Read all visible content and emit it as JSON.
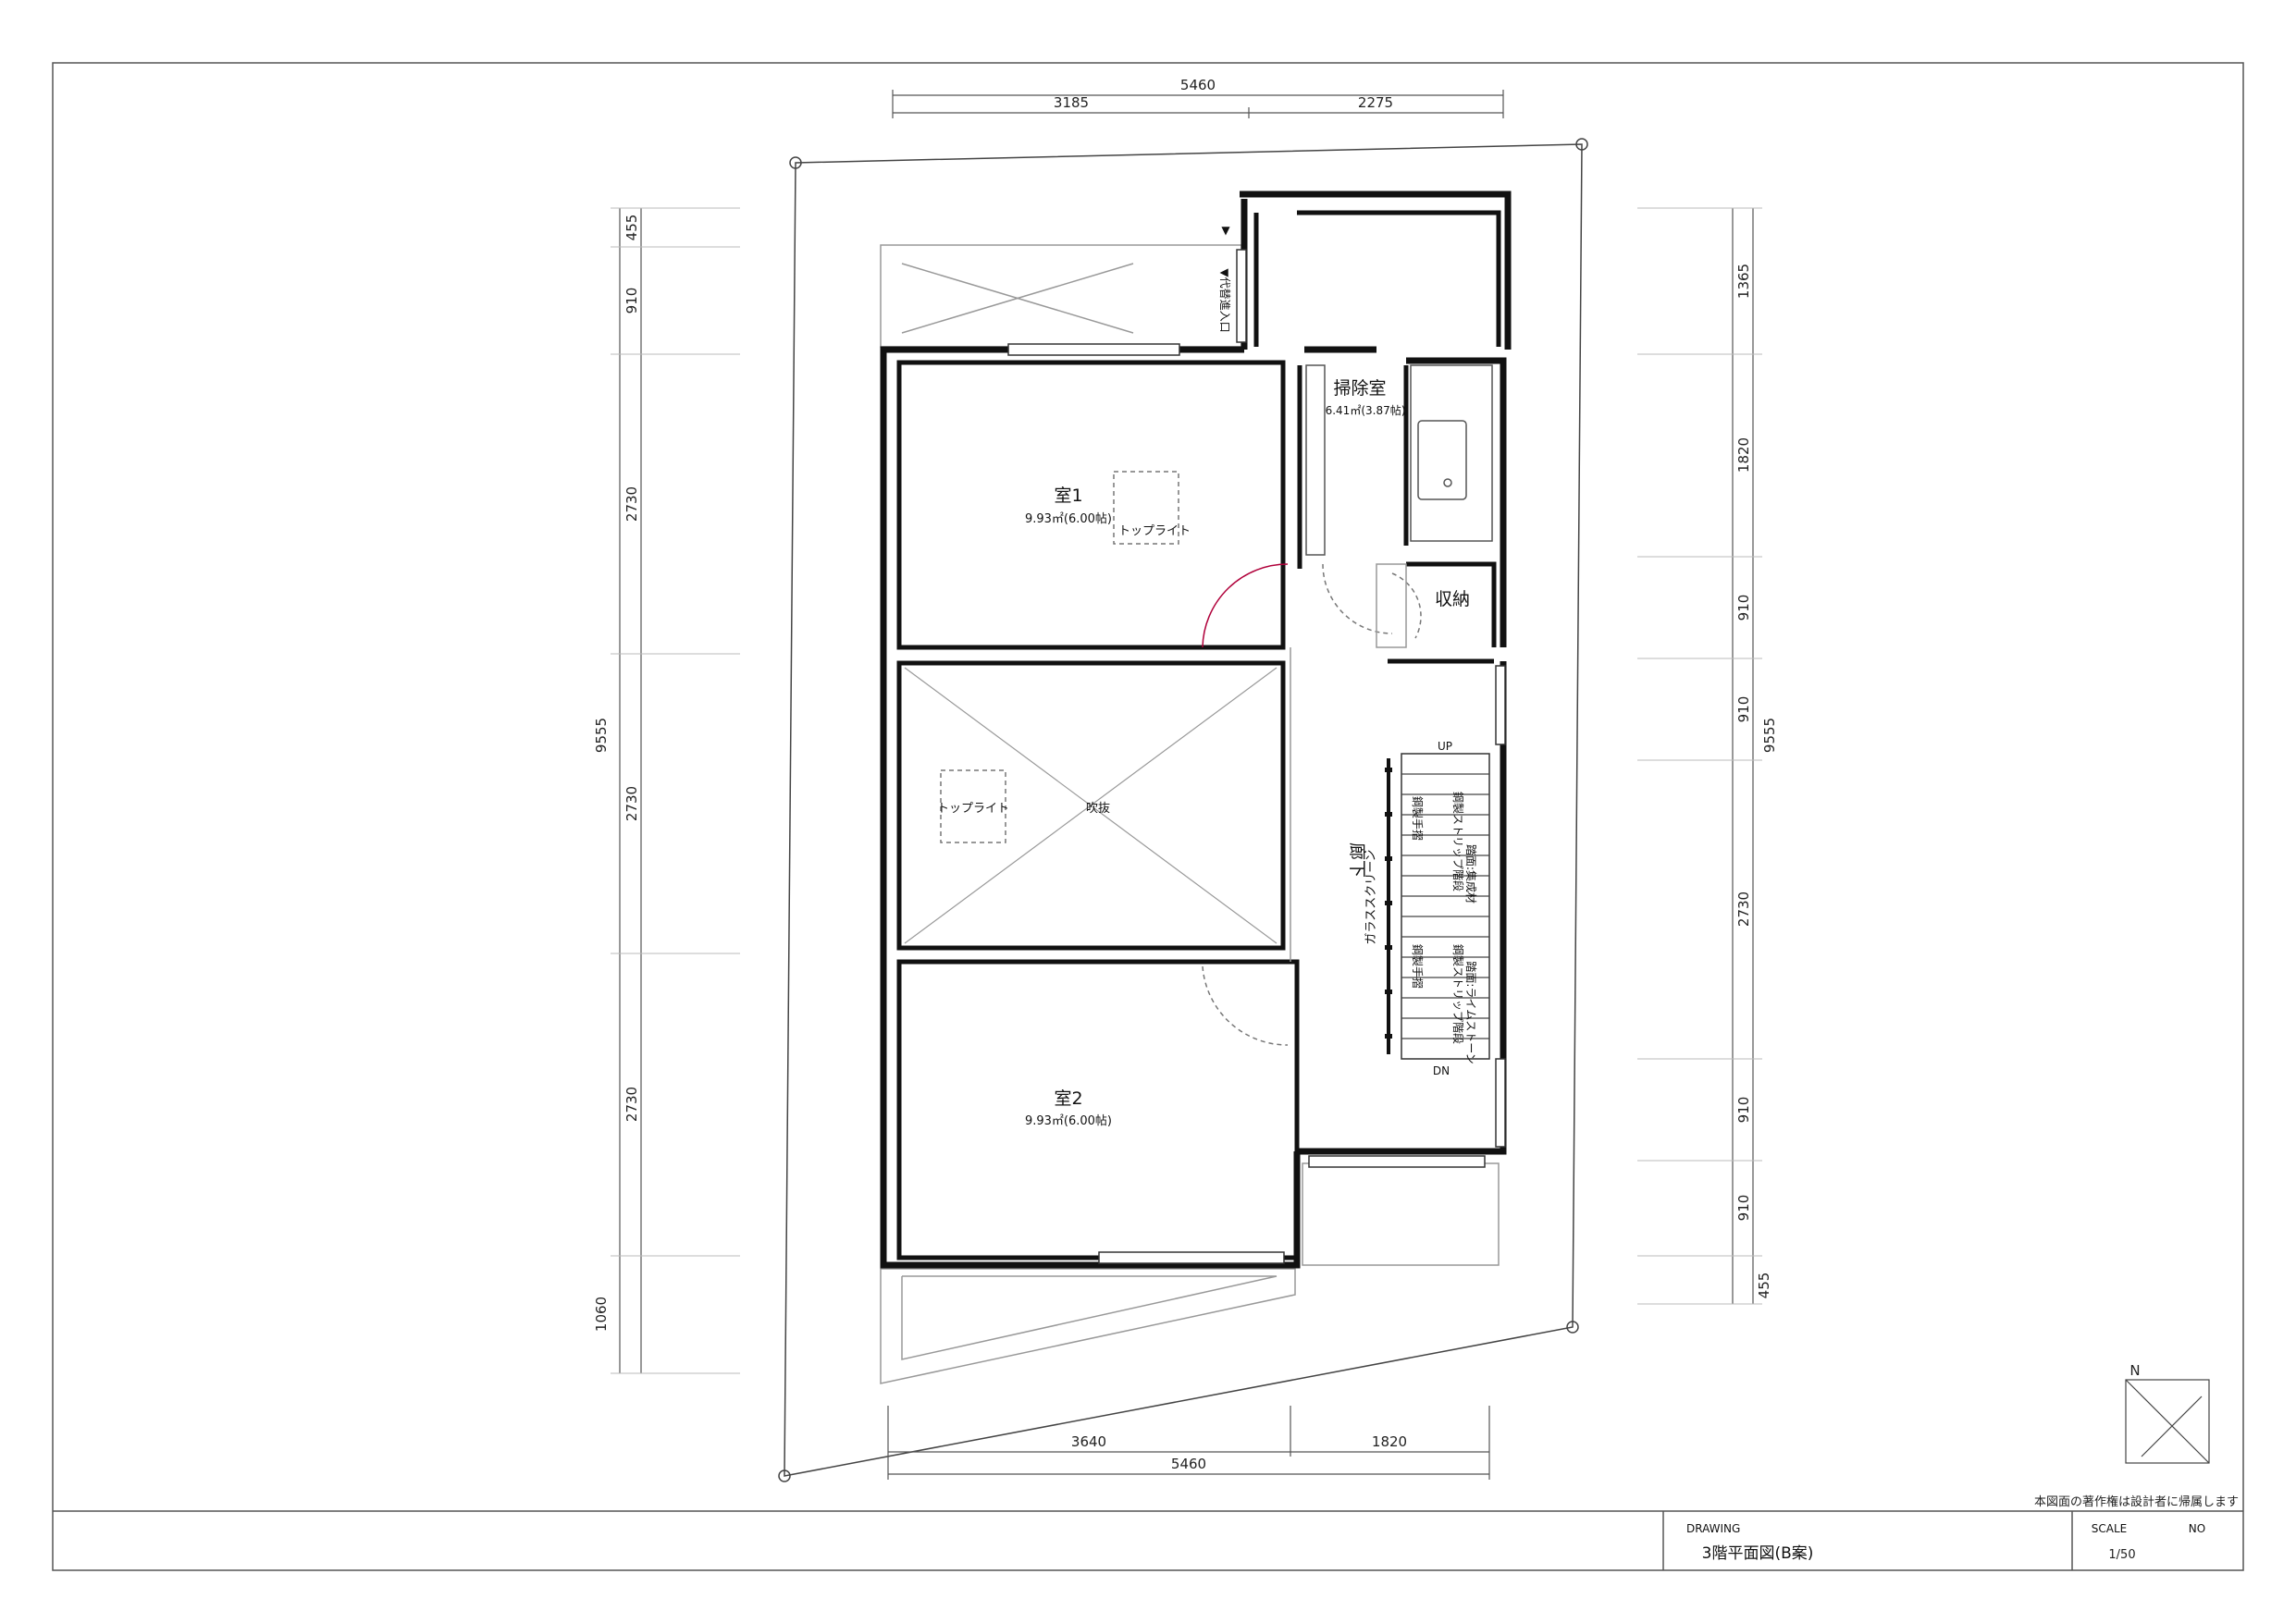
{
  "title_block": {
    "copyright": "本図面の著作権は設計者に帰属します",
    "drawing_label": "DRAWING",
    "drawing_title": "3階平面図(B案)",
    "scale_label": "SCALE",
    "scale_value": "1/50",
    "no_label": "NO",
    "no_value": ""
  },
  "north": {
    "label": "N"
  },
  "rooms": {
    "room1": {
      "name": "室1",
      "area": "9.93㎡(6.00帖)",
      "skylight": "トップライト"
    },
    "void": {
      "name": "吹抜",
      "skylight": "トップライト"
    },
    "room2": {
      "name": "室2",
      "area": "9.93㎡(6.00帖)"
    },
    "cleaning": {
      "name": "掃除室",
      "area": "6.41㎡(3.87帖)"
    },
    "storage": {
      "name": "収納"
    },
    "corridor": {
      "name": "廊下",
      "screen": "ガラススクリーン"
    }
  },
  "notes": {
    "alt_entry": "▼代替進入口",
    "alt_marker": "▼",
    "up": "UP",
    "dn": "DN",
    "stair_upper": [
      "鋼製手摺",
      "鋼製ストリップ階段",
      "踏面:集成材"
    ],
    "stair_lower": [
      "鋼製手摺",
      "鋼製ストリップ階段",
      "踏面:ライムストーン"
    ]
  },
  "dimensions": {
    "top_total": "5460",
    "top_left": "3185",
    "top_right": "2275",
    "bottom_left": "3640",
    "bottom_right": "1820",
    "bottom_total": "5460",
    "left_total": "9555",
    "left_segments": [
      "455",
      "910",
      "2730",
      "2730",
      "2730",
      "1060"
    ],
    "right_total": "9555",
    "right_segments": [
      "1365",
      "1820",
      "910",
      "910",
      "2730",
      "910",
      "910",
      "455"
    ]
  }
}
